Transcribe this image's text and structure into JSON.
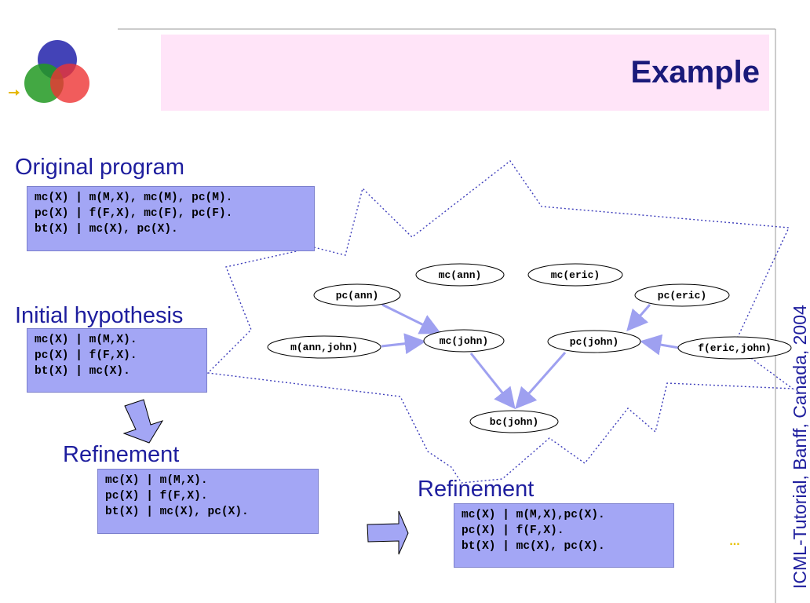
{
  "title": "Example",
  "footer": {
    "credit": "ICML-Tutorial, Banff, Canada, 2004",
    "continuation": "..."
  },
  "sections": {
    "original": {
      "heading": "Original program",
      "lines": [
        "mc(X) | m(M,X), mc(M), pc(M).",
        "pc(X) | f(F,X), mc(F), pc(F).",
        "bt(X) | mc(X), pc(X)."
      ]
    },
    "initial": {
      "heading": "Initial hypothesis",
      "lines": [
        "mc(X) | m(M,X).",
        "pc(X) | f(F,X).",
        "bt(X) | mc(X)."
      ]
    },
    "refinement1": {
      "heading": "Refinement",
      "lines": [
        "mc(X) | m(M,X).",
        "pc(X) | f(F,X).",
        "bt(X) | mc(X), pc(X)."
      ]
    },
    "refinement2": {
      "heading": "Refinement",
      "lines": [
        "mc(X) | m(M,X),pc(X).",
        "pc(X) | f(F,X).",
        "bt(X) | mc(X), pc(X)."
      ]
    }
  },
  "graph": {
    "nodes": {
      "mc_ann": "mc(ann)",
      "mc_eric": "mc(eric)",
      "pc_ann": "pc(ann)",
      "pc_eric": "pc(eric)",
      "m_ann_john": "m(ann,john)",
      "mc_john": "mc(john)",
      "pc_john": "pc(john)",
      "f_eric_john": "f(eric,john)",
      "bc_john": "bc(john)"
    }
  },
  "colors": {
    "heading": "#1e1e9e",
    "title": "#1a1a7a",
    "code_box": "#a3a6f5",
    "header_bar": "#ffe4f8",
    "arrow": "#9ea0f0",
    "star_outline": "#3d3dbb"
  },
  "icons": [
    "logo-circles-icon",
    "small-arrow-icon",
    "down-arrow-icon",
    "right-arrow-icon"
  ]
}
